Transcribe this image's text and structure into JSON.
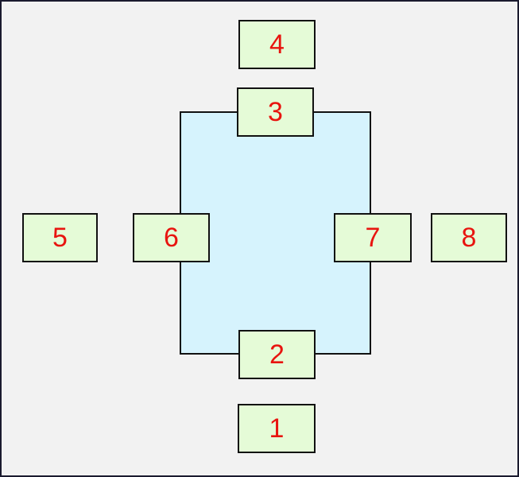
{
  "colors": {
    "background": "#f2f2f2",
    "frame_border": "#1a1a2e",
    "center_fill": "#d6f3fd",
    "box_fill": "#e5fbd7",
    "box_border": "#111111",
    "label_color": "#e8140f"
  },
  "boxes": [
    {
      "id": "1",
      "label": "1"
    },
    {
      "id": "2",
      "label": "2"
    },
    {
      "id": "3",
      "label": "3"
    },
    {
      "id": "4",
      "label": "4"
    },
    {
      "id": "5",
      "label": "5"
    },
    {
      "id": "6",
      "label": "6"
    },
    {
      "id": "7",
      "label": "7"
    },
    {
      "id": "8",
      "label": "8"
    }
  ]
}
